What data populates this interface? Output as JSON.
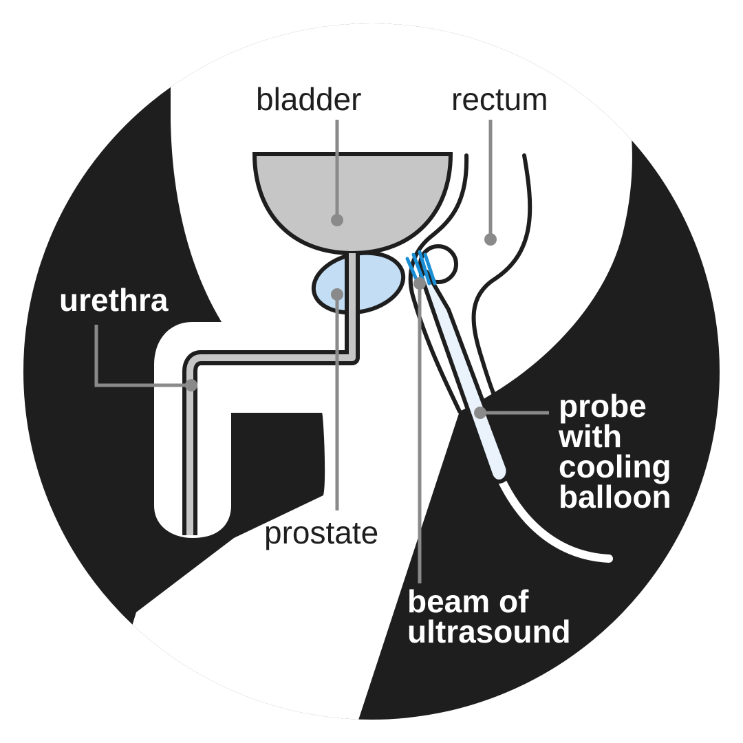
{
  "labels": {
    "bladder": "bladder",
    "rectum": "rectum",
    "urethra": "urethra",
    "prostate": "prostate",
    "probe": [
      "probe",
      "with",
      "cooling",
      "balloon"
    ],
    "beam": [
      "beam of",
      "ultrasound"
    ]
  },
  "colors": {
    "background": "#1e1e1e",
    "body": "#ffffff",
    "outline": "#1e1e1e",
    "bladder_fill": "#c6c6c6",
    "prostate_fill": "#c3def4",
    "ultrasound_beam": "#1a8fd6",
    "probe_fill": "#eaf3fc",
    "leader_line": "#8a8a8a"
  }
}
